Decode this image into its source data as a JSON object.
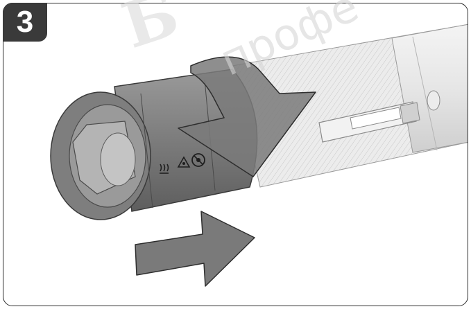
{
  "step": {
    "number": "3"
  },
  "watermark": {
    "text": "профе",
    "letters": "Б"
  },
  "colors": {
    "frame_border": "#2a2a2a",
    "badge_bg": "#3a3a3a",
    "badge_text": "#ffffff",
    "head_dark": "#6b6b6b",
    "head_mid": "#8a8a8a",
    "body_light": "#e4e4e4",
    "arrow_fill": "#7a7a7a",
    "arrow_stroke": "#2e2e2e",
    "watermark": "#d9d9d9"
  },
  "icons": [
    "heat-warning-icon",
    "laser-warning-icon",
    "no-look-icon",
    "rotate-arrow-icon",
    "push-arrow-icon"
  ]
}
